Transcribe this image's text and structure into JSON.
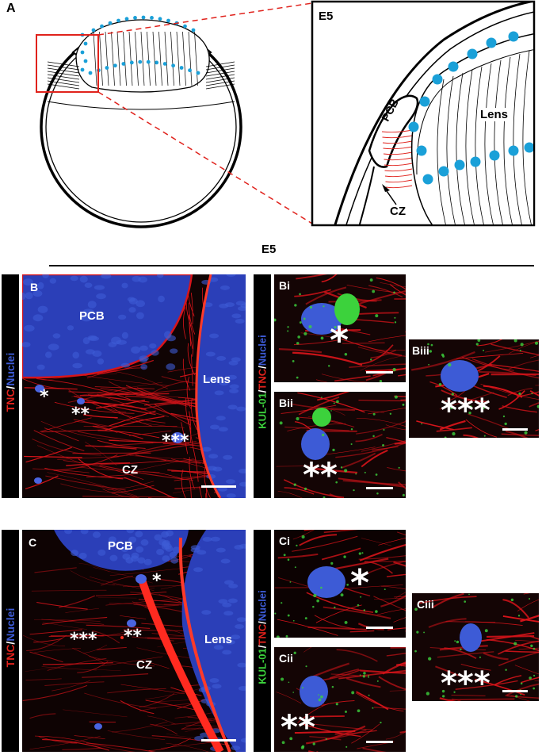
{
  "colors": {
    "nuclei": "#1aa0d8",
    "tnc_red": "#e0221c",
    "dash_red": "#e0221c",
    "stain_red": "#d8141a",
    "stain_blue": "#3d5bd6",
    "stain_green": "#3cd23c"
  },
  "panel_a": {
    "letter": "A",
    "inset_title": "E5",
    "label_pcb": "PCB",
    "label_lens": "Lens",
    "label_cz": "CZ"
  },
  "section_title": "E5",
  "panel_b": {
    "letter": "B",
    "pcb": "PCB",
    "lens": "Lens",
    "cz": "CZ",
    "star1": "*",
    "star2": "**",
    "star3": "***",
    "side_tnc": "TNC",
    "side_slash": "/",
    "side_nuclei": "Nuclei"
  },
  "panel_bi": {
    "letter": "Bi",
    "star": "*"
  },
  "panel_bii": {
    "letter": "Bii",
    "star": "**"
  },
  "panel_biii": {
    "letter": "Biii",
    "star": "***"
  },
  "side_b_small": {
    "kul": "KUL-01",
    "slash1": "/",
    "tnc": "TNC",
    "slash2": "/",
    "nuclei": "Nuclei"
  },
  "panel_c": {
    "letter": "C",
    "pcb": "PCB",
    "lens": "Lens",
    "cz": "CZ",
    "star1": "*",
    "star2": "**",
    "star3": "***",
    "side_tnc": "TNC",
    "side_slash": "/",
    "side_nuclei": "Nuclei"
  },
  "panel_ci": {
    "letter": "Ci",
    "star": "*"
  },
  "panel_cii": {
    "letter": "Cii",
    "star": "**"
  },
  "panel_ciii": {
    "letter": "Ciii",
    "star": "***"
  },
  "side_c_small": {
    "kul": "KUL-01",
    "slash1": "/",
    "tnc": "TNC",
    "slash2": "/",
    "nuclei": "Nuclei"
  }
}
